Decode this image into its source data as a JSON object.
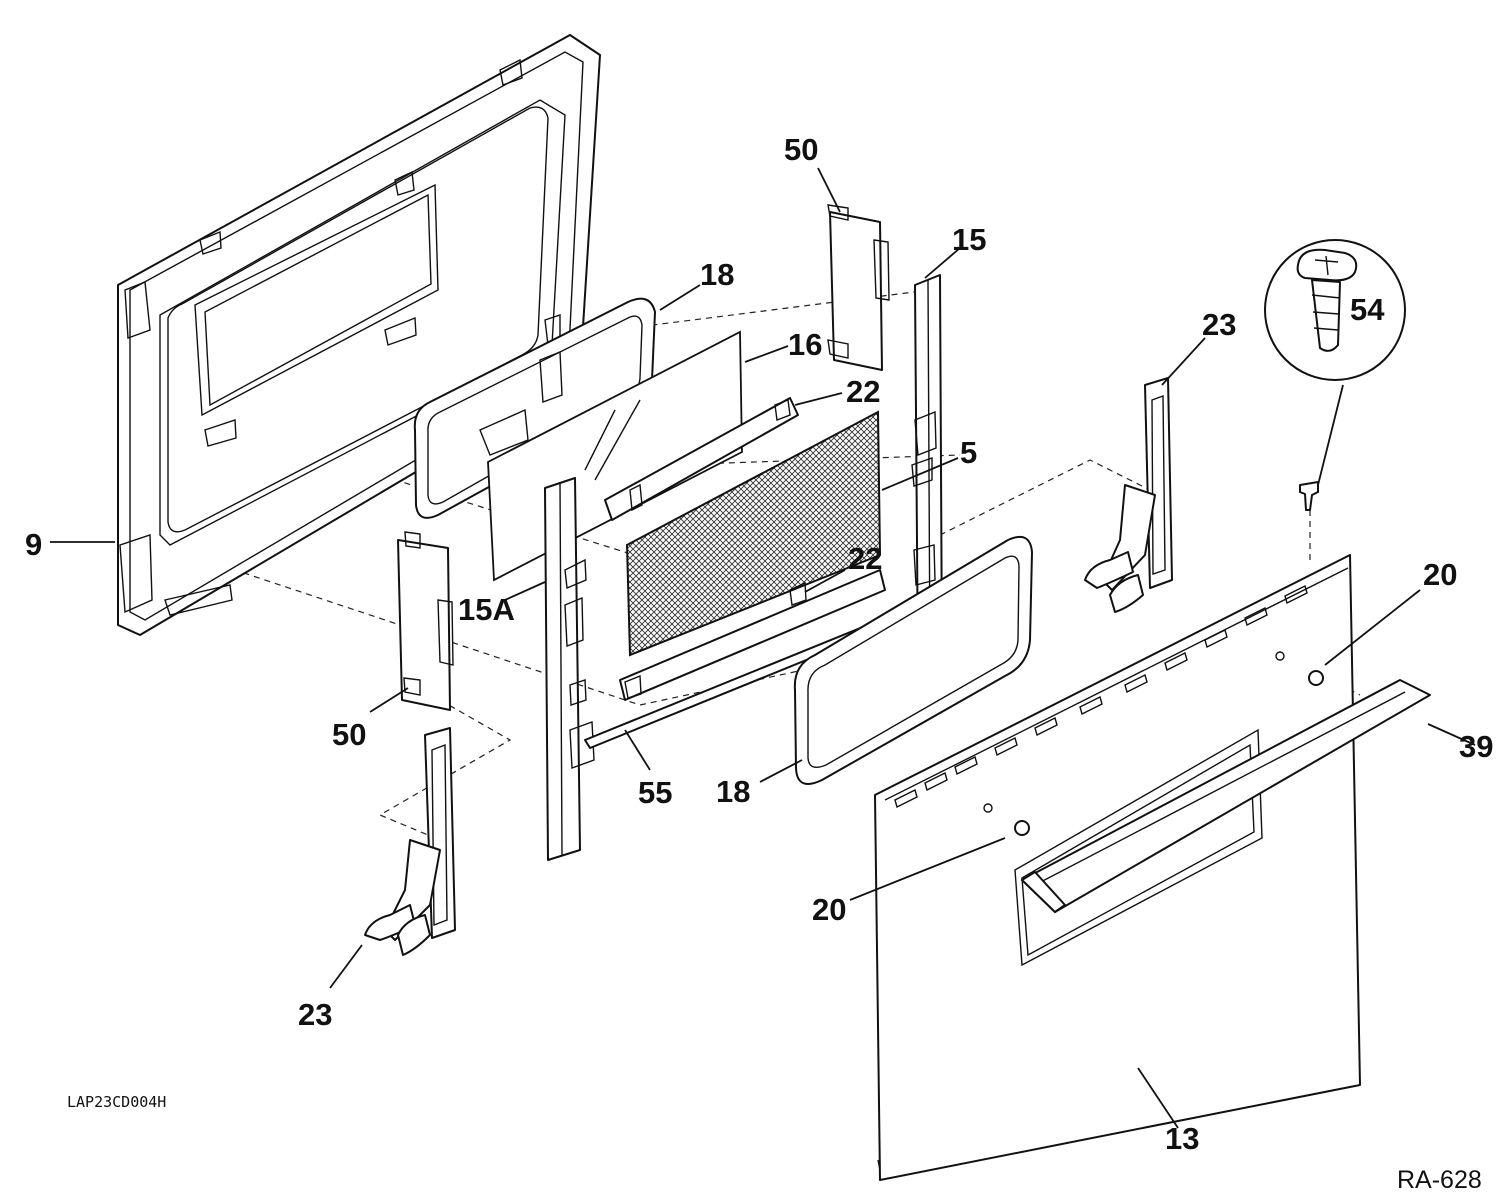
{
  "diagram": {
    "callouts": {
      "c9": "9",
      "c18_top": "18",
      "c16": "16",
      "c50_top": "50",
      "c15": "15",
      "c22_top": "22",
      "c5": "5",
      "c22_bottom": "22",
      "c15a": "15A",
      "c50_bottom": "50",
      "c55": "55",
      "c18_bottom": "18",
      "c23_left": "23",
      "c23_right": "23",
      "c54": "54",
      "c20_right": "20",
      "c39": "39",
      "c20_left": "20",
      "c13": "13"
    },
    "drawing_code": "LAP23CD004H",
    "figure_ref": "RA-628"
  }
}
